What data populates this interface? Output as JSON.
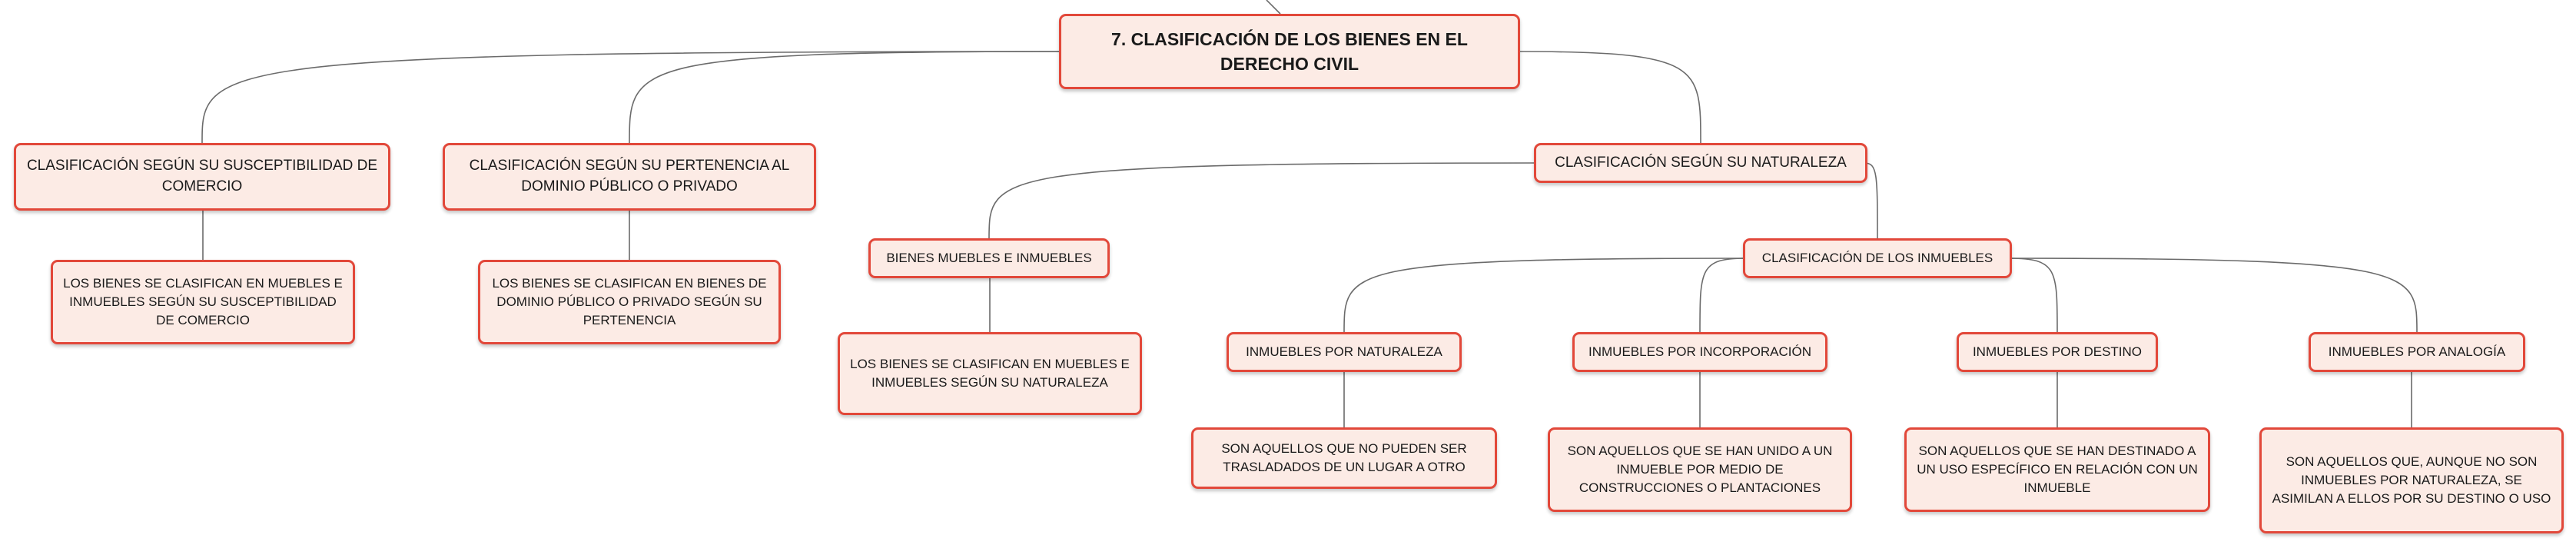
{
  "diagram": {
    "root": {
      "id": "root",
      "label": "7. CLASIFICACIÓN DE LOS BIENES EN EL DERECHO CIVIL"
    },
    "nodes": [
      {
        "id": "susc",
        "label": "CLASIFICACIÓN SEGÚN SU SUSCEPTIBILIDAD DE COMERCIO"
      },
      {
        "id": "susc-desc",
        "label": "LOS BIENES SE CLASIFICAN EN MUEBLES E INMUEBLES SEGÚN SU SUSCEPTIBILIDAD DE COMERCIO"
      },
      {
        "id": "pert",
        "label": "CLASIFICACIÓN SEGÚN SU PERTENENCIA AL DOMINIO PÚBLICO O PRIVADO"
      },
      {
        "id": "pert-desc",
        "label": "LOS BIENES SE CLASIFICAN EN BIENES DE DOMINIO PÚBLICO O PRIVADO SEGÚN SU PERTENENCIA"
      },
      {
        "id": "nat",
        "label": "CLASIFICACIÓN SEGÚN SU NATURALEZA"
      },
      {
        "id": "muebles",
        "label": "BIENES MUEBLES E INMUEBLES"
      },
      {
        "id": "muebles-desc",
        "label": "LOS BIENES SE CLASIFICAN EN MUEBLES E INMUEBLES SEGÚN SU NATURALEZA"
      },
      {
        "id": "clasinm",
        "label": "CLASIFICACIÓN DE LOS INMUEBLES"
      },
      {
        "id": "inm-nat",
        "label": "INMUEBLES POR NATURALEZA"
      },
      {
        "id": "inm-nat-desc",
        "label": "SON AQUELLOS QUE NO PUEDEN SER TRASLADADOS DE UN LUGAR A OTRO"
      },
      {
        "id": "inm-inc",
        "label": "INMUEBLES POR INCORPORACIÓN"
      },
      {
        "id": "inm-inc-desc",
        "label": "SON AQUELLOS QUE SE HAN UNIDO A UN INMUEBLE POR MEDIO DE CONSTRUCCIONES O PLANTACIONES"
      },
      {
        "id": "inm-dest",
        "label": "INMUEBLES POR DESTINO"
      },
      {
        "id": "inm-dest-desc",
        "label": "SON AQUELLOS QUE SE HAN DESTINADO A UN USO ESPECÍFICO EN RELACIÓN CON UN INMUEBLE"
      },
      {
        "id": "inm-ana",
        "label": "INMUEBLES POR ANALOGÍA"
      },
      {
        "id": "inm-ana-desc",
        "label": "SON AQUELLOS QUE, AUNQUE NO SON INMUEBLES POR NATURALEZA, SE ASIMILAN A ELLOS POR SU DESTINO O USO"
      }
    ],
    "edges": [
      [
        "root",
        "susc"
      ],
      [
        "root",
        "pert"
      ],
      [
        "root",
        "nat"
      ],
      [
        "susc",
        "susc-desc"
      ],
      [
        "pert",
        "pert-desc"
      ],
      [
        "nat",
        "muebles"
      ],
      [
        "nat",
        "clasinm"
      ],
      [
        "muebles",
        "muebles-desc"
      ],
      [
        "clasinm",
        "inm-nat"
      ],
      [
        "clasinm",
        "inm-inc"
      ],
      [
        "clasinm",
        "inm-dest"
      ],
      [
        "clasinm",
        "inm-ana"
      ],
      [
        "inm-nat",
        "inm-nat-desc"
      ],
      [
        "inm-inc",
        "inm-inc-desc"
      ],
      [
        "inm-dest",
        "inm-dest-desc"
      ],
      [
        "inm-ana",
        "inm-ana-desc"
      ]
    ],
    "colors": {
      "border": "#e2483a",
      "fill": "#fcebe5",
      "line": "#6b6b6b",
      "text": "#1a1a1a"
    }
  }
}
